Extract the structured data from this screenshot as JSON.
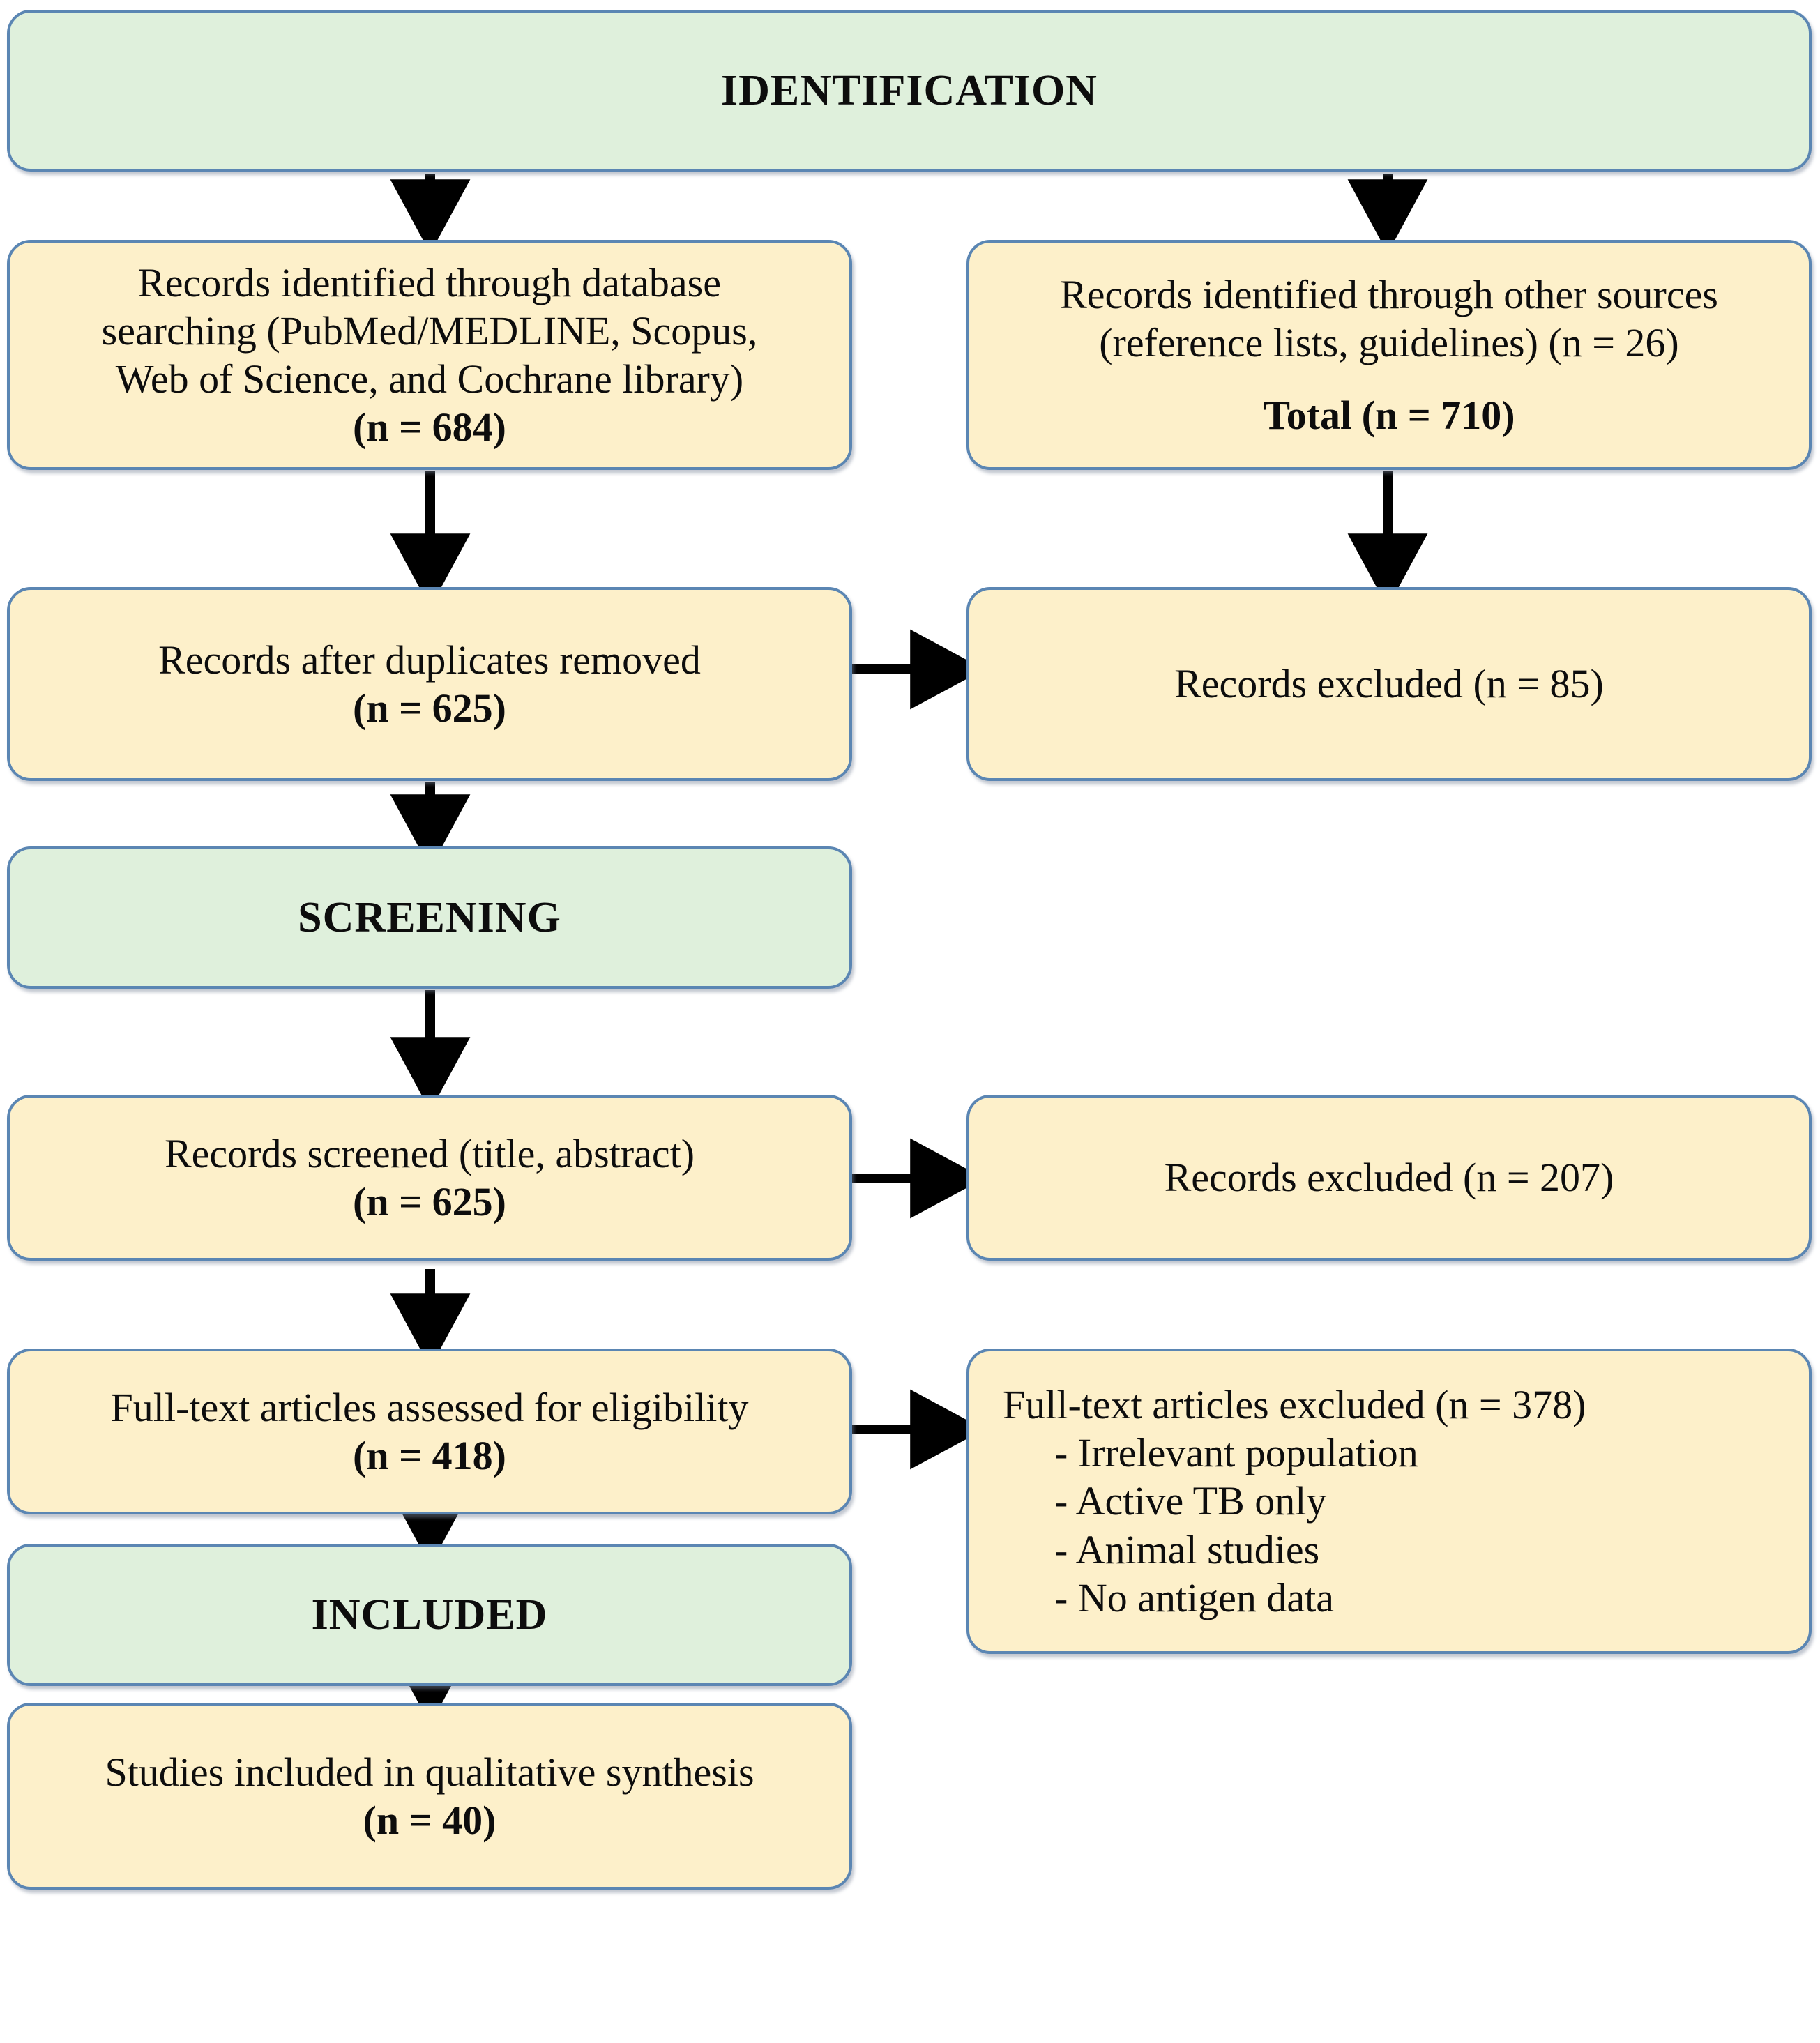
{
  "diagram": {
    "title": "PRISMA study selection flow diagram",
    "colors": {
      "stage_fill": "#dff0dc",
      "node_fill": "#fdf0ca",
      "border": "#5b86b3",
      "arrow": "#000000",
      "text": "#0d0d0d"
    },
    "stages": {
      "identification": "IDENTIFICATION",
      "screening": "SCREENING",
      "included": "INCLUDED"
    },
    "nodes": {
      "database_search": {
        "line1": "Records identified through database",
        "line2": "searching (PubMed/MEDLINE, Scopus,",
        "line3": "Web of Science, and Cochrane library)",
        "count": "(n = 684)"
      },
      "other_sources": {
        "line1": "Records identified through other sources",
        "line2": "(reference lists, guidelines) (n = 26)",
        "total": "Total (n = 710)"
      },
      "duplicates_removed": {
        "line1": "Records after duplicates removed",
        "count": "(n = 625)"
      },
      "records_excluded_dup": {
        "line1": "Records excluded (n = 85)"
      },
      "records_screened": {
        "line1": "Records screened (title, abstract)",
        "count": "(n = 625)"
      },
      "records_excluded_screen": {
        "line1": "Records excluded (n = 207)"
      },
      "fulltext_assessed": {
        "line1": "Full-text articles assessed for eligibility",
        "count": "(n = 418)"
      },
      "fulltext_excluded": {
        "line1": "Full-text articles excluded (n = 378)",
        "reasons": [
          "- Irrelevant population",
          "- Active TB only",
          "- Animal studies",
          "- No antigen data"
        ]
      },
      "studies_included": {
        "line1": "Studies included in qualitative synthesis",
        "count": "(n = 40)"
      }
    }
  },
  "chart_data": {
    "type": "diagram",
    "title": "PRISMA flow diagram",
    "stages": [
      "IDENTIFICATION",
      "SCREENING",
      "INCLUDED"
    ],
    "nodes": [
      {
        "id": "database_search",
        "label": "Records identified through database searching (PubMed/MEDLINE, Scopus, Web of Science, and Cochrane library)",
        "n": 684
      },
      {
        "id": "other_sources",
        "label": "Records identified through other sources (reference lists, guidelines)",
        "n": 26
      },
      {
        "id": "total_identified",
        "label": "Total",
        "n": 710
      },
      {
        "id": "duplicates_removed",
        "label": "Records after duplicates removed",
        "n": 625
      },
      {
        "id": "records_excluded_dup",
        "label": "Records excluded",
        "n": 85
      },
      {
        "id": "records_screened",
        "label": "Records screened (title, abstract)",
        "n": 625
      },
      {
        "id": "records_excluded_screen",
        "label": "Records excluded",
        "n": 207
      },
      {
        "id": "fulltext_assessed",
        "label": "Full-text articles assessed for eligibility",
        "n": 418
      },
      {
        "id": "fulltext_excluded",
        "label": "Full-text articles excluded",
        "n": 378,
        "reasons": [
          "Irrelevant population",
          "Active TB only",
          "Animal studies",
          "No antigen data"
        ]
      },
      {
        "id": "studies_included",
        "label": "Studies included in qualitative synthesis",
        "n": 40
      }
    ],
    "edges": [
      {
        "from": "IDENTIFICATION",
        "to": "database_search"
      },
      {
        "from": "IDENTIFICATION",
        "to": "other_sources"
      },
      {
        "from": "database_search",
        "to": "duplicates_removed"
      },
      {
        "from": "other_sources",
        "to": "records_excluded_dup"
      },
      {
        "from": "duplicates_removed",
        "to": "records_excluded_dup"
      },
      {
        "from": "duplicates_removed",
        "to": "SCREENING"
      },
      {
        "from": "SCREENING",
        "to": "records_screened"
      },
      {
        "from": "records_screened",
        "to": "records_excluded_screen"
      },
      {
        "from": "records_screened",
        "to": "fulltext_assessed"
      },
      {
        "from": "fulltext_assessed",
        "to": "fulltext_excluded"
      },
      {
        "from": "fulltext_assessed",
        "to": "INCLUDED"
      },
      {
        "from": "INCLUDED",
        "to": "studies_included"
      }
    ]
  }
}
